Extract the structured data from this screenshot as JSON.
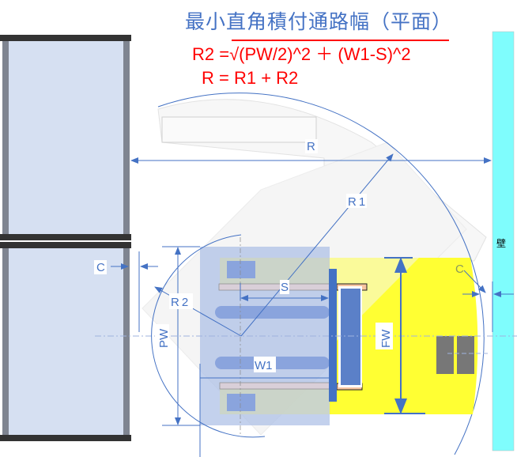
{
  "title": "最小直角積付通路幅（平面）",
  "formula_r2": "R2 =√(PW/2)^2 ＋ (W1-S)^2",
  "formula_r": "R = R1 + R2",
  "labels": {
    "R": "R",
    "R1": "R1",
    "R2": "R2",
    "S": "S",
    "W1": "W1",
    "PW": "PW",
    "FW": "FW",
    "C_left": "C",
    "C_right": "C",
    "wall": "壁"
  },
  "colors": {
    "accent": "#4472c4",
    "formula": "#ff0000",
    "wall": "#7ffdfd",
    "forklift_body": "#ffff33",
    "rack": "#d6e0f2"
  }
}
